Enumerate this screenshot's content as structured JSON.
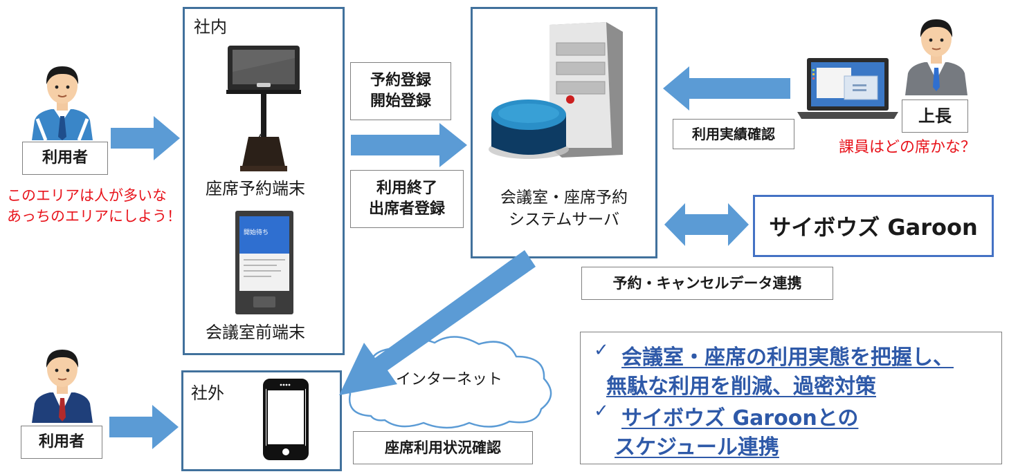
{
  "user_top": {
    "label": "利用者"
  },
  "user_thought": {
    "line1": "このエリアは人が多いな",
    "line2": "あっちのエリアにしよう！"
  },
  "user_bottom": {
    "label": "利用者"
  },
  "inside": {
    "title": "社内",
    "terminal1": "座席予約端末",
    "terminal2": "会議室前端末",
    "tablet_title": "開始待ち"
  },
  "outside": {
    "title": "社外"
  },
  "flow": {
    "reserve": {
      "line1": "予約登録",
      "line2": "開始登録"
    },
    "finish": {
      "line1": "利用終了",
      "line2": "出席者登録"
    },
    "usage_check": "利用実績確認",
    "sync": "予約・キャンセルデータ連携",
    "seat_status": "座席利用状況確認",
    "internet": "インターネット"
  },
  "server": {
    "line1": "会議室・座席予約",
    "line2": "システムサーバ"
  },
  "boss": {
    "label": "上長",
    "thought": "課員はどの席かな？"
  },
  "garoon": {
    "label": "サイボウズ Garoon"
  },
  "benefits": {
    "item1_line1": "会議室・座席の利用実態を把握し、",
    "item1_line2": "無駄な利用を削減、過密対策",
    "item2_line1": "サイボウズ Garoonとの",
    "item2_line2": "スケジュール連携",
    "check_mark": "✓"
  },
  "colors": {
    "accent_blue": "#5b9bd5",
    "box_border": "#41719c",
    "benefit_text": "#2e59a8",
    "thought_red": "#e8131b"
  }
}
